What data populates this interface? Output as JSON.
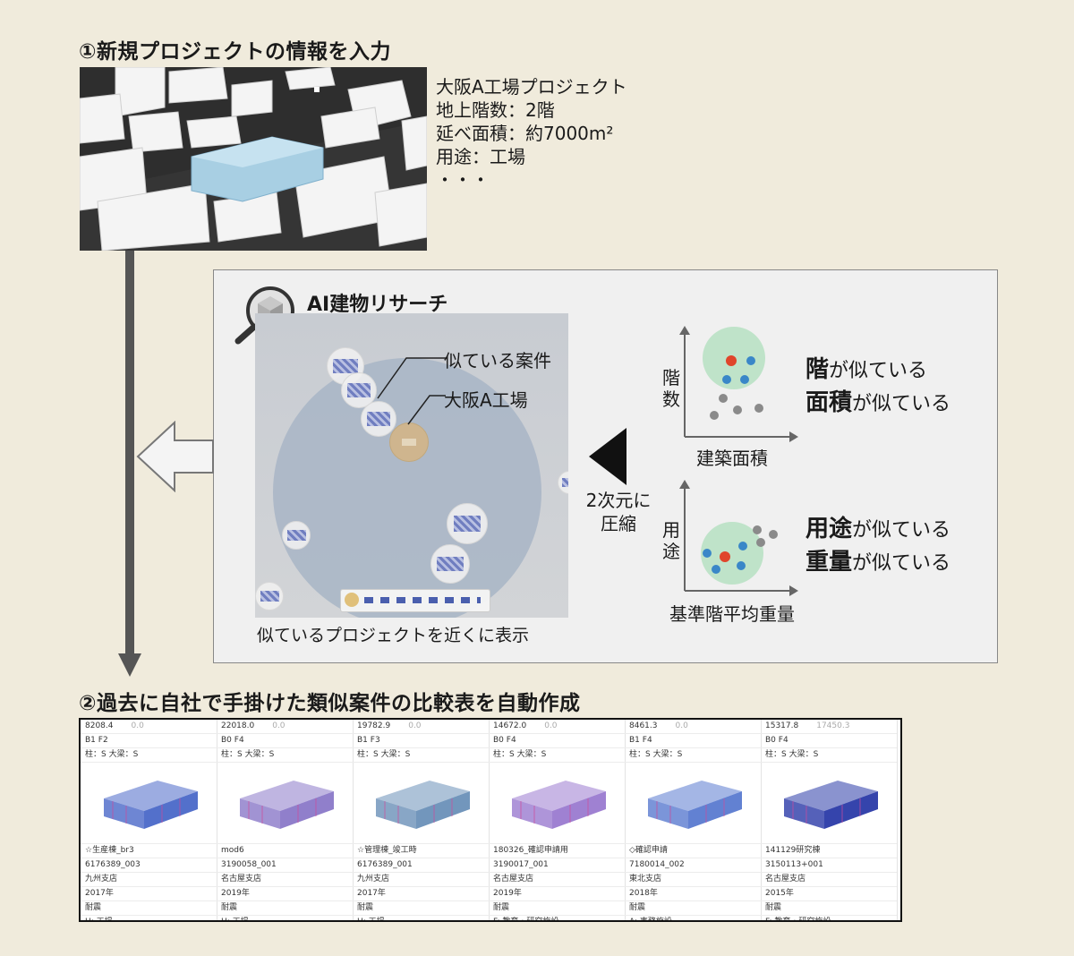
{
  "step1": {
    "title": "①新規プロジェクトの情報を入力",
    "info_lines": [
      "大阪A工場プロジェクト",
      "地上階数：2階",
      "延べ面積：約7000m²",
      "用途：工場",
      "・・・"
    ]
  },
  "research": {
    "title": "AI建物リサーチ",
    "callout_similar": "似ている案件",
    "callout_target": "大阪A工場",
    "map_caption": "似ているプロジェクトを近くに表示",
    "compress_label_line1": "2次元に",
    "compress_label_line2": "圧縮",
    "scatter1": {
      "ylabel_line1": "階",
      "ylabel_line2": "数",
      "xlabel": "建築面積",
      "title1_bold": "階",
      "title1_rest": "が似ている",
      "title2_bold": "面積",
      "title2_rest": "が似ている"
    },
    "scatter2": {
      "ylabel_line1": "用",
      "ylabel_line2": "途",
      "xlabel": "基準階平均重量",
      "title1_bold": "用途",
      "title1_rest": "が似ている",
      "title2_bold": "重量",
      "title2_rest": "が似ている"
    },
    "colors": {
      "cluster": "#bfe3c9",
      "target": "#e0452b",
      "similar": "#3a87c8",
      "other": "#8a8a8a"
    }
  },
  "step2": {
    "title": "②過去に自社で手掛けた類似案件の比較表を自動作成",
    "columns": [
      {
        "area": "8208.4",
        "sub": "0.0",
        "floors": "B1 F2",
        "structure": "柱：S 大梁：S",
        "name": "☆生産棟_br3",
        "id": "6176389_003",
        "branch": "九州支店",
        "year": "2017年",
        "type": "耐震",
        "use": "H: 工場",
        "model_color": "#4a68c8"
      },
      {
        "area": "22018.0",
        "sub": "0.0",
        "floors": "B0 F4",
        "structure": "柱：S 大梁：S",
        "name": "mod6",
        "id": "3190058_001",
        "branch": "名古屋支店",
        "year": "2019年",
        "type": "耐震",
        "use": "H: 工場",
        "model_color": "#8a78c8"
      },
      {
        "area": "19782.9",
        "sub": "0.0",
        "floors": "B1 F3",
        "structure": "柱：S 大梁：S",
        "name": "☆管理棟_竣工時",
        "id": "6176389_001",
        "branch": "九州支店",
        "year": "2017年",
        "type": "耐震",
        "use": "H: 工場",
        "model_color": "#6a90b8"
      },
      {
        "area": "14672.0",
        "sub": "0.0",
        "floors": "B0 F4",
        "structure": "柱：S 大梁：S",
        "name": "180326_確認申請用",
        "id": "3190017_001",
        "branch": "名古屋支店",
        "year": "2019年",
        "type": "耐震",
        "use": "F: 教育・研究施設",
        "model_color": "#9a7ad0"
      },
      {
        "area": "8461.3",
        "sub": "0.0",
        "floors": "B1 F4",
        "structure": "柱：S 大梁：S",
        "name": "◇確認申請",
        "id": "7180014_002",
        "branch": "東北支店",
        "year": "2018年",
        "type": "耐震",
        "use": "A: 事務施設",
        "model_color": "#5a7ad0"
      },
      {
        "area": "15317.8",
        "sub": "17450.3",
        "floors": "B0 F4",
        "structure": "柱：S 大梁：S",
        "name": "141129研究棟",
        "id": "3150113+001",
        "branch": "名古屋支店",
        "year": "2015年",
        "type": "耐震",
        "use": "F: 教育・研究施設",
        "model_color": "#2a3aa8"
      }
    ]
  }
}
